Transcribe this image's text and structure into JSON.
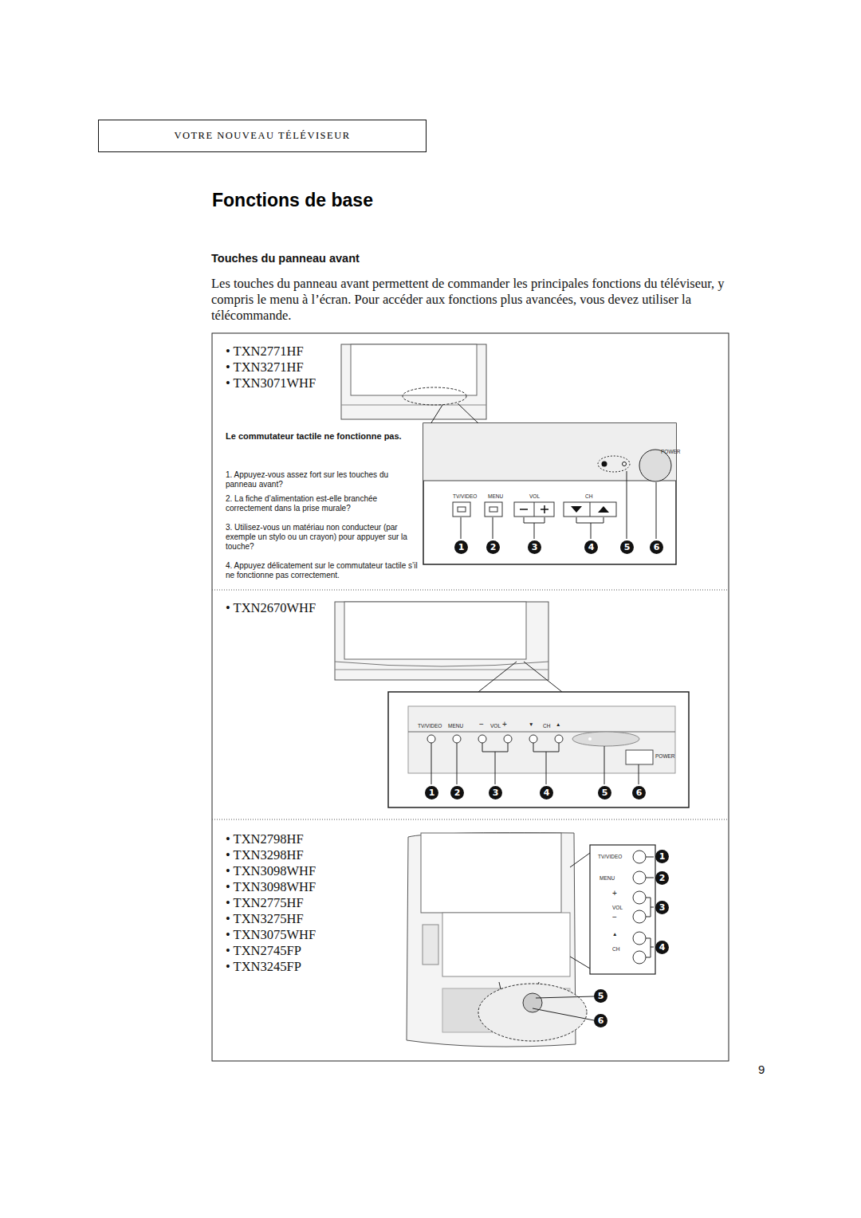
{
  "diagram": {
    "title": "Fonctions de base",
    "nodes": [
      {
        "text": [
          "VOTRE NOUVEAU TÉLÉVISEUR"
        ]
      }
    ],
    "labels": [
      "Touches du panneau avant",
      "Les touches du panneau avant permettent de commander les principales fonctions du téléviseur, y compris le menu à l’écran. Pour accéder aux fonctions plus avancées, vous devez utiliser la télécommande.",
      "• TXN2771HF",
      "• TXN3271HF",
      "• TXN3071WHF",
      "Le commutateur tactile ne fonctionne pas.",
      "1. Appuyez-vous assez fort sur les touches du panneau avant?",
      "2. La fiche d’alimentation est-elle branchée correctement dans la prise murale?",
      "3. Utilisez-vous un matériau non conducteur (par exemple un stylo ou un crayon) pour appuyer sur la touche?",
      "4. Appuyez délicatement sur le commutateur tactile s’il ne fonctionne pas correctement.",
      "TV/VIDEO",
      "MENU",
      "VOL",
      "CH",
      "POWER",
      "1",
      "2",
      "3",
      "4",
      "5",
      "6",
      "• TXN2670WHF",
      "TV/VIDEO",
      "MENU",
      "−",
      "VOL",
      "+",
      "▼",
      "CH",
      "▲",
      "POWER",
      "1",
      "2",
      "3",
      "4",
      "5",
      "6",
      "• TXN2798HF",
      "• TXN3298HF",
      "• TXN3098WHF",
      "• TXN3098WHF",
      "• TXN2775HF",
      "• TXN3275HF",
      "• TXN3075WHF",
      "• TXN2745FP",
      "• TXN3245FP",
      "TV/VIDEO",
      "MENU",
      "+",
      "VOL",
      "−",
      "▲",
      "CH",
      "1",
      "2",
      "3",
      "4",
      "5",
      "6",
      "9"
    ]
  }
}
